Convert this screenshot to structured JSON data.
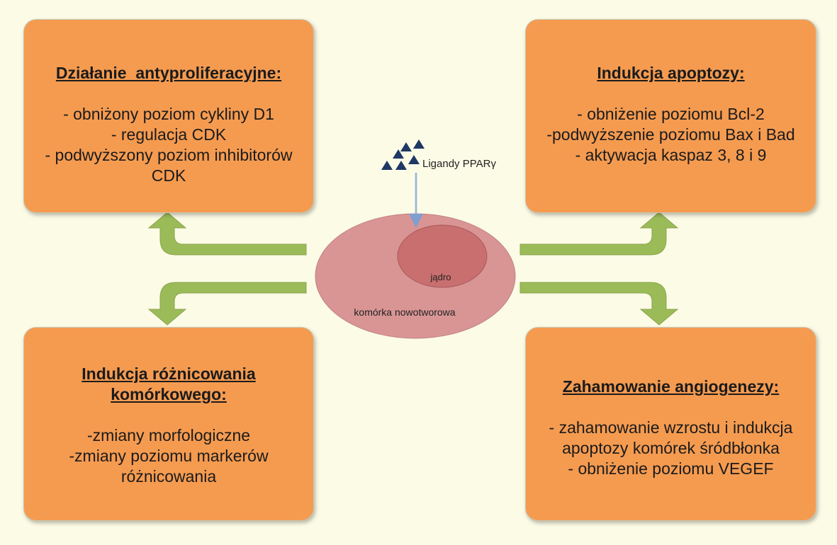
{
  "boxes": {
    "top_left": {
      "title": "Działanie  antyproliferacyjne:",
      "lines": [
        "- obniżony poziom cykliny D1",
        "- regulacja CDK",
        "- podwyższony poziom inhibitorów",
        "CDK"
      ]
    },
    "top_right": {
      "title": "Indukcja apoptozy:",
      "lines": [
        "- obniżenie poziomu Bcl-2",
        "-podwyższenie poziomu Bax i Bad",
        "- aktywacja kaspaz 3, 8 i 9"
      ]
    },
    "bottom_left": {
      "title_line1": "Indukcja różnicowania",
      "title_line2": "komórkowego:",
      "lines": [
        "-zmiany morfologiczne",
        "-zmiany poziomu markerów",
        "różnicowania"
      ]
    },
    "bottom_right": {
      "title": "Zahamowanie angiogenezy:",
      "lines": [
        "- zahamowanie wzrostu i indukcja",
        "apoptozy komórek śródbłonka",
        "- obniżenie poziomu VEGEF"
      ]
    }
  },
  "cell": {
    "ligand_label": "Ligandy PPARγ",
    "nucleus_label": "jądro",
    "cell_label": "komórka nowotworowa"
  },
  "colors": {
    "background": "#fcfbe6",
    "box_fill": "#f59b50",
    "arrow_fill": "#9bbb59",
    "cell_fill": "#d99594",
    "nucleus_fill": "#c96f6f",
    "ligand_triangles": "#1f3864",
    "ligand_arrow": "#95b3d7"
  }
}
